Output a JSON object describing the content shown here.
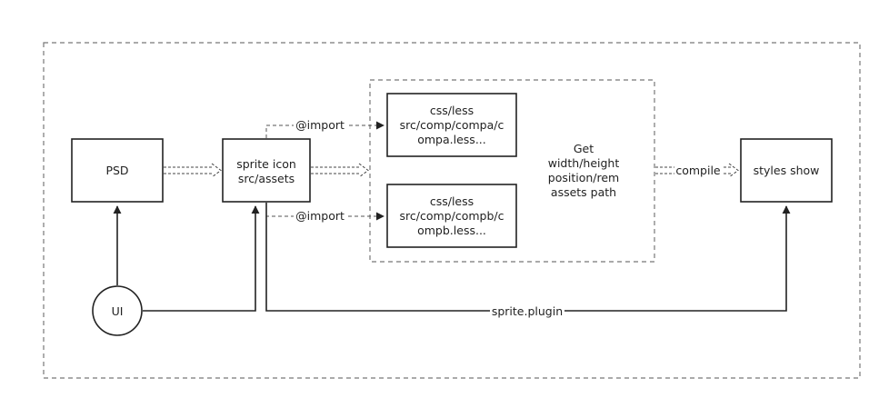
{
  "colors": {
    "stroke": "#222222",
    "dashed_border": "#777777",
    "background": "#ffffff"
  },
  "nodes": {
    "psd": {
      "label": "PSD"
    },
    "sprite": {
      "line1": "sprite icon",
      "line2": "src/assets"
    },
    "compa": {
      "line1": "css/less",
      "line2": "src/comp/compa/c",
      "line3": "ompa.less..."
    },
    "compb": {
      "line1": "css/less",
      "line2": "src/comp/compb/c",
      "line3": "ompb.less..."
    },
    "get": {
      "line1": "Get",
      "line2": "width/height",
      "line3": "position/rem",
      "line4": "assets path"
    },
    "styles": {
      "label": "styles show"
    },
    "ui": {
      "label": "UI"
    }
  },
  "edges": {
    "import_a": "@import",
    "import_b": "@import",
    "compile": "compile",
    "sprite_plugin": "sprite.plugin"
  }
}
